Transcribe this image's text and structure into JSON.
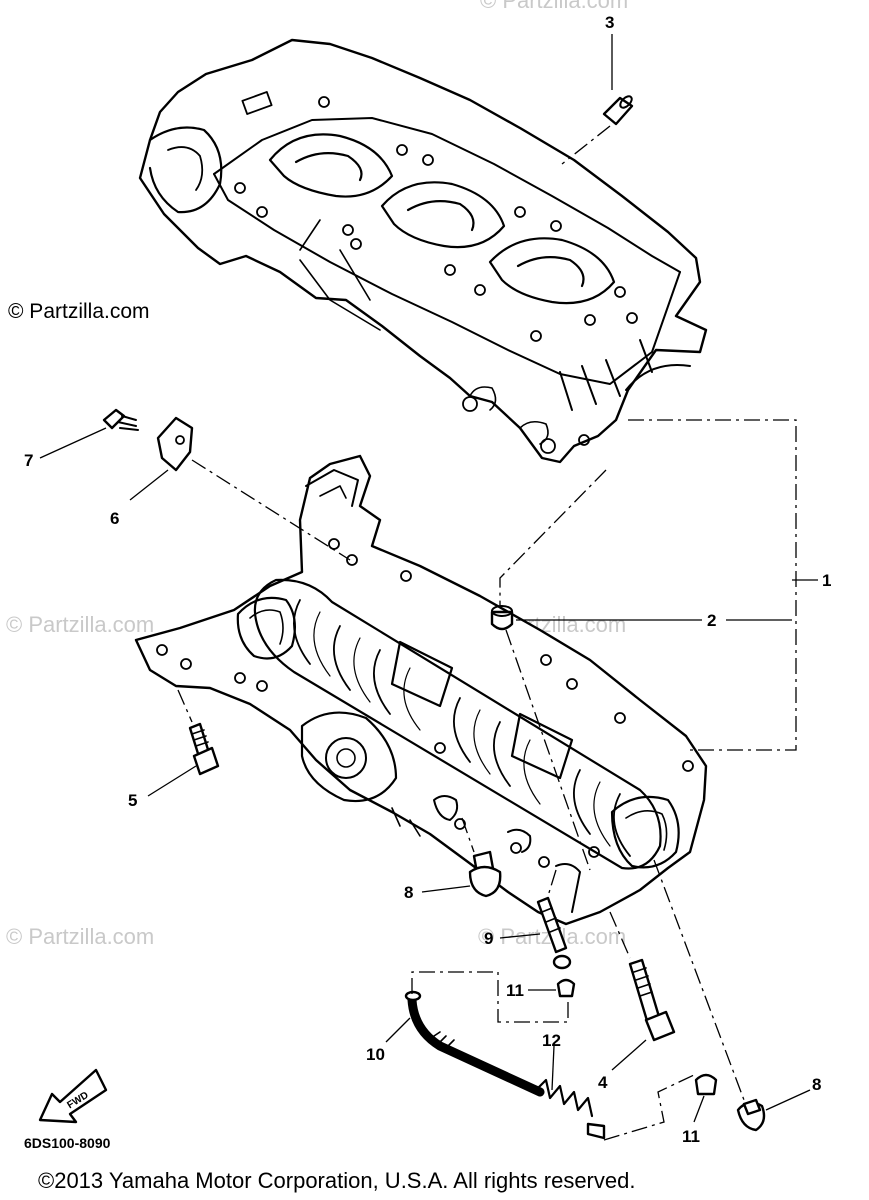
{
  "callouts": [
    {
      "id": "c1",
      "label": "1"
    },
    {
      "id": "c2",
      "label": "2"
    },
    {
      "id": "c3",
      "label": "3"
    },
    {
      "id": "c4",
      "label": "4"
    },
    {
      "id": "c5",
      "label": "5"
    },
    {
      "id": "c6",
      "label": "6"
    },
    {
      "id": "c7",
      "label": "7"
    },
    {
      "id": "c8a",
      "label": "8"
    },
    {
      "id": "c8b",
      "label": "8"
    },
    {
      "id": "c9",
      "label": "9"
    },
    {
      "id": "c10",
      "label": "10"
    },
    {
      "id": "c11a",
      "label": "11"
    },
    {
      "id": "c11b",
      "label": "11"
    },
    {
      "id": "c12",
      "label": "12"
    }
  ],
  "watermark": "© Partzilla.com",
  "fwd_label": "FWD",
  "diagram_code": "6DS100-8090",
  "copyright": "©2013 Yamaha Motor Corporation, U.S.A. All rights reserved."
}
